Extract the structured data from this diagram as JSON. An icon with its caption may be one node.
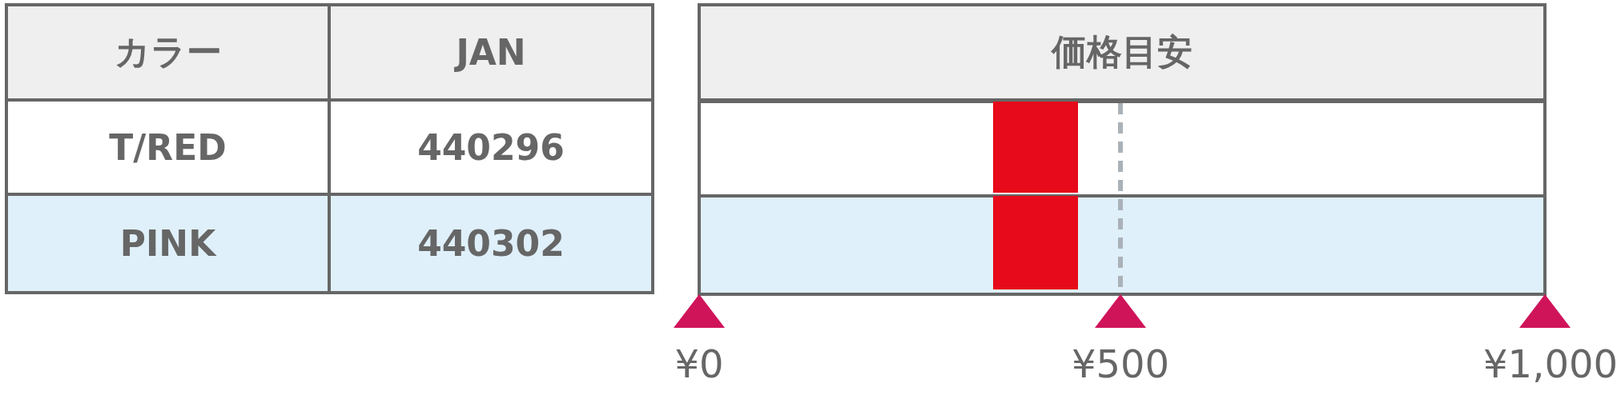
{
  "diagram": {
    "nodes": [
      {
        "text": [],
        "shape": "bar"
      },
      {
        "text": [],
        "shape": "bar"
      }
    ],
    "labels": [
      "カラー",
      "JAN",
      "価格目安",
      "T/RED",
      "440296",
      "PINK",
      "440302",
      "¥0",
      "¥500",
      "¥1,000"
    ]
  }
}
